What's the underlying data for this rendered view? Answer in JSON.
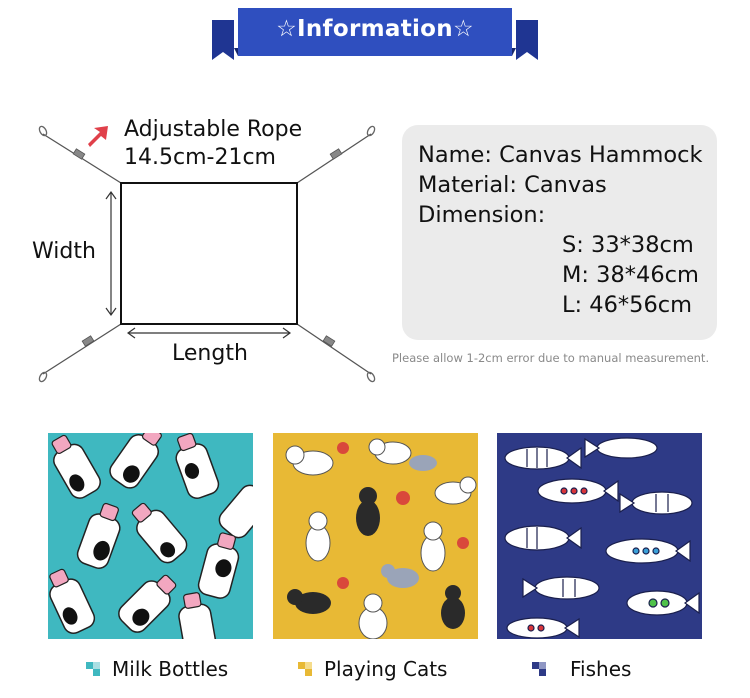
{
  "banner": {
    "title": "☆Information☆",
    "color": "#2f4fbf"
  },
  "diagram": {
    "rope_label": "Adjustable Rope",
    "rope_range": "14.5cm-21cm",
    "width_label": "Width",
    "length_label": "Length",
    "arrow_color": "#e0404a"
  },
  "info": {
    "name": "Name: Canvas Hammock",
    "material": "Material: Canvas",
    "dimension": "Dimension:",
    "sizes": [
      "S: 33*38cm",
      "M: 38*46cm",
      "L: 46*56cm"
    ]
  },
  "note": "Please allow 1-2cm error due to manual measurement.",
  "patterns": [
    {
      "name": "Milk Bottles",
      "icon": "teal-pixel-icon",
      "color": "#3fb8c0"
    },
    {
      "name": "Playing Cats",
      "icon": "yellow-pixel-icon",
      "color": "#e8b935"
    },
    {
      "name": "Fishes",
      "icon": "navy-pixel-icon",
      "color": "#2e3a86"
    }
  ]
}
